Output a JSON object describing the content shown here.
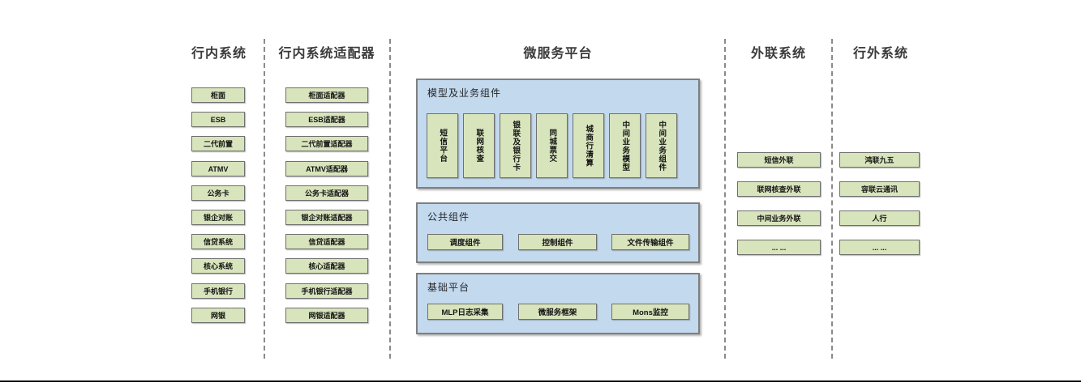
{
  "headers": {
    "col1": "行内系统",
    "col2": "行内系统适配器",
    "col3": "微服务平台",
    "col4": "外联系统",
    "col5": "行外系统"
  },
  "col1": {
    "items": [
      "柜面",
      "ESB",
      "二代前置",
      "ATMV",
      "公务卡",
      "银企对账",
      "信贷系统",
      "核心系统",
      "手机银行",
      "网银"
    ]
  },
  "col2": {
    "items": [
      "柜面适配器",
      "ESB适配器",
      "二代前置适配器",
      "ATMV适配器",
      "公务卡适配器",
      "银企对账适配器",
      "信贷适配器",
      "核心适配器",
      "手机银行适配器",
      "网银适配器"
    ]
  },
  "platform": {
    "model_group": {
      "title": "模型及业务组件",
      "items": [
        "短信平台",
        "联网核查",
        "银联及银行卡",
        "同城票交",
        "城商行清算",
        "中间业务模型",
        "中间业务组件"
      ]
    },
    "common_group": {
      "title": "公共组件",
      "items": [
        "调度组件",
        "控制组件",
        "文件传输组件"
      ]
    },
    "base_group": {
      "title": "基础平台",
      "items": [
        "MLP日志采集",
        "微服务框架",
        "Mons监控"
      ]
    }
  },
  "col4": {
    "items": [
      "短信外联",
      "联网核查外联",
      "中间业务外联",
      "... ..."
    ]
  },
  "col5": {
    "items": [
      "鸿联九五",
      "容联云通讯",
      "人行",
      "... ..."
    ]
  },
  "colors": {
    "box_fill": "#d8e4bc",
    "box_border": "#6f6f6f",
    "panel_fill": "#c3d9ee",
    "panel_border": "#7f7f7f",
    "separator": "#8a8a8a",
    "header_text": "#3b3b3b"
  }
}
